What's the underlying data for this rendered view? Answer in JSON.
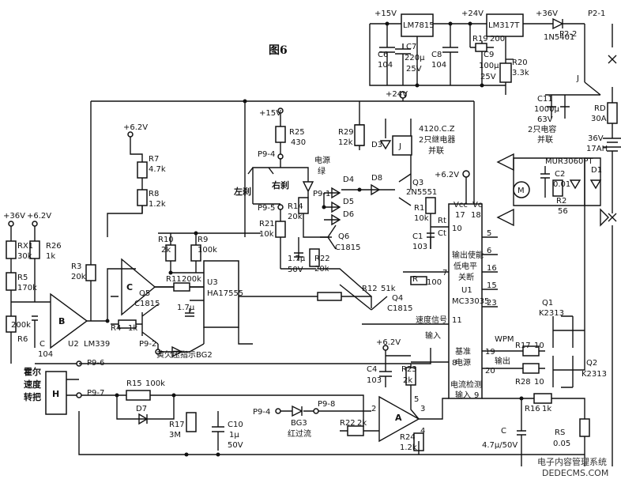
{
  "figure_title": "图6",
  "regulators": {
    "lm7815": "LM7815",
    "lm317": "LM317T",
    "in5401": "1N5401",
    "plus15": "+15V",
    "plus24": "+24V",
    "plus36": "+36V",
    "plus36_left": "+36V",
    "p2_1": "P2-1",
    "p2_2": "P2-2"
  },
  "caps_top": {
    "c6": "C6",
    "c6v": "104",
    "c7": "C7",
    "c7v": "220μ",
    "c7v2": "25V",
    "c8": "C8",
    "c8v": "104",
    "r19": "R19",
    "r19v": "200",
    "c9": "C9",
    "c9v": "100μ",
    "c9v2": "25V",
    "r20": "R20",
    "r20v": "3.3k"
  },
  "right_side": {
    "j": "J",
    "c11": "C11",
    "c11v": "1000μ",
    "c11v2": "63V",
    "c11note1": "2只电容",
    "c11note2": "并联",
    "rd": "RD",
    "rdv": "30A",
    "bat1": "36V",
    "bat2": "17AH",
    "mur": "MUR3060PT",
    "c2": "C2",
    "c2v": "0.01",
    "d1": "D1",
    "r2": "R2",
    "r2v": "56",
    "motor": "M"
  },
  "relay": {
    "plus24": "+24V",
    "r29": "R29",
    "r29v": "12k",
    "d3": "D3",
    "j": "J",
    "note1": "4120.C.Z",
    "note2": "2只继电器",
    "note3": "并联",
    "d8": "D8",
    "q3": "Q3",
    "q3v": "2N5551"
  },
  "brake_area": {
    "plus15": "+15V",
    "r25": "R25",
    "r25v": "430",
    "p9_4": "P9-4",
    "power_lbl1": "电源",
    "power_lbl2": "绿",
    "left_brake": "左刹",
    "right_brake": "右刹",
    "p9_1": "P9-1",
    "p9_5": "P9-5",
    "r14": "R14",
    "r14v": "20k",
    "r21": "R21",
    "r21v": "10k",
    "d4": "D4",
    "d5": "D5",
    "d6": "D6",
    "q6": "Q6",
    "q6v": "C1815",
    "c_1_7": "1.7μ",
    "c_50v": "50V",
    "r22": "R22",
    "r22v": "20k"
  },
  "u1": {
    "plus62": "+6.2V",
    "r1": "R1",
    "r1v": "10k",
    "c1": "C1",
    "c1v": "103",
    "rt": "Rt",
    "ct": "Ct",
    "vcc": "Vcc",
    "vc": "Vc",
    "pin17": "17",
    "pin18": "18",
    "pin10": "10",
    "pin5": "5",
    "pin6": "6",
    "pin16": "16",
    "pin15": "15",
    "pin23": "23",
    "pin7": "7",
    "pin11": "11",
    "pin8": "8",
    "pin19": "19",
    "pin20": "20",
    "pin9": "9",
    "txt1": "输出使能",
    "txt2": "低电平",
    "txt3": "关断",
    "name": "U1",
    "part": "MC33035",
    "ref1": "基准",
    "ref2": "电源",
    "cur1": "电流检测",
    "cur2": "输入"
  },
  "left_section": {
    "plus62": "+6.2V",
    "r7": "R7",
    "r7v": "4.7k",
    "r8": "R8",
    "r8v": "1.2k",
    "plus36": "+36V",
    "plus62b": "+6.2V",
    "rx1": "RX1",
    "rx1v": "30k",
    "r26": "R26",
    "r26v": "1k",
    "r5": "R5",
    "r5v": "170k",
    "r3": "R3",
    "r3v": "20k",
    "r6": "R6",
    "r6v": "200k",
    "c_104": "104",
    "c_c": "C",
    "b": "B",
    "u2": "U2",
    "lm339": "LM339",
    "c_amp": "C",
    "r10": "R10",
    "r10v": "2k",
    "r9": "R9",
    "r9v": "100k",
    "r11": "R11",
    "r11v": "200k",
    "q5": "Q5",
    "q5v": "C1815",
    "c17": "1.7μ",
    "r4": "R4",
    "r4v": "1k",
    "u3": "U3",
    "ha": "HA17555",
    "p9_2": "P9-2",
    "bg2": "黄欠压指示BG2",
    "r12": "R12",
    "r12v": "51k",
    "q4": "Q4",
    "q4v": "C1815",
    "r_sub": "R",
    "r100": "100",
    "speed1": "速度信号",
    "speed2": "输入"
  },
  "mosfets": {
    "q1": "Q1",
    "q1v": "K2313",
    "q2": "Q2",
    "q2v": "K2313",
    "r17": "R17",
    "r17v": "10",
    "r28": "R28",
    "r28v": "10",
    "wpm": "WPM",
    "out": "输出",
    "r16": "R16",
    "r16v": "1k",
    "rs": "RS",
    "rsv": "0.05",
    "c_cap": "C",
    "c_capv": "4.7μ/50V"
  },
  "bottom": {
    "hall1": "霍尔",
    "hall2": "速度",
    "hall3": "转把",
    "h": "H",
    "p9_6": "P9-6",
    "p9_7": "P9-7",
    "r15": "R15",
    "r15v": "100k",
    "d7": "D7",
    "r17": "R17",
    "r17v": "3M",
    "c10": "C10",
    "c10v": "1μ",
    "c10v2": "50V",
    "p9_4": "P9-4",
    "p9_8": "P9-8",
    "bg3a": "BG3",
    "bg3b": "红过流",
    "r22": "R22",
    "r22v": "2k",
    "plus62": "+6.2V",
    "c4": "C4",
    "c4v": "103",
    "r23": "R23",
    "r23v": "2k",
    "a": "A",
    "r24": "R24",
    "r24v": "1.2k",
    "pin2": "2",
    "pin3": "3",
    "pin4": "4",
    "pin5": "5"
  },
  "watermark": {
    "line1": "电子内容管理系统",
    "line2": "DEDECMS.COM"
  }
}
